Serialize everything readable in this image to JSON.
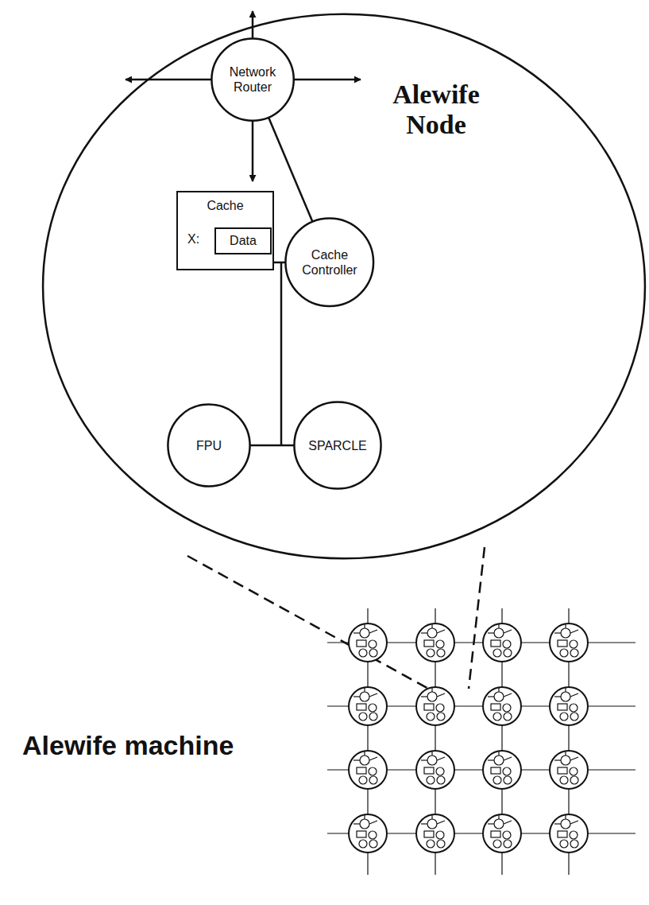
{
  "diagram": {
    "nodes": [
      {
        "text": [
          "Alewife Node"
        ]
      },
      {
        "text": [
          "Network Router"
        ],
        "in": 0
      },
      {
        "text": [
          "Cache",
          "X:"
        ],
        "in": 0
      },
      {
        "text": [
          "Data"
        ],
        "in": 2
      },
      {
        "text": [
          "Cache Controller"
        ],
        "in": 0
      },
      {
        "text": [
          "FPU"
        ],
        "in": 0
      },
      {
        "text": [
          "SPARCLE"
        ],
        "in": 0
      }
    ],
    "edges": [
      {
        "from": 1,
        "to": 4,
        "arrow": "none"
      },
      {
        "from": 2,
        "to": 4,
        "arrow": "none"
      },
      {
        "from": 5,
        "to": 6,
        "arrow": "none"
      }
    ],
    "labels": [
      "Alewife machine"
    ]
  }
}
